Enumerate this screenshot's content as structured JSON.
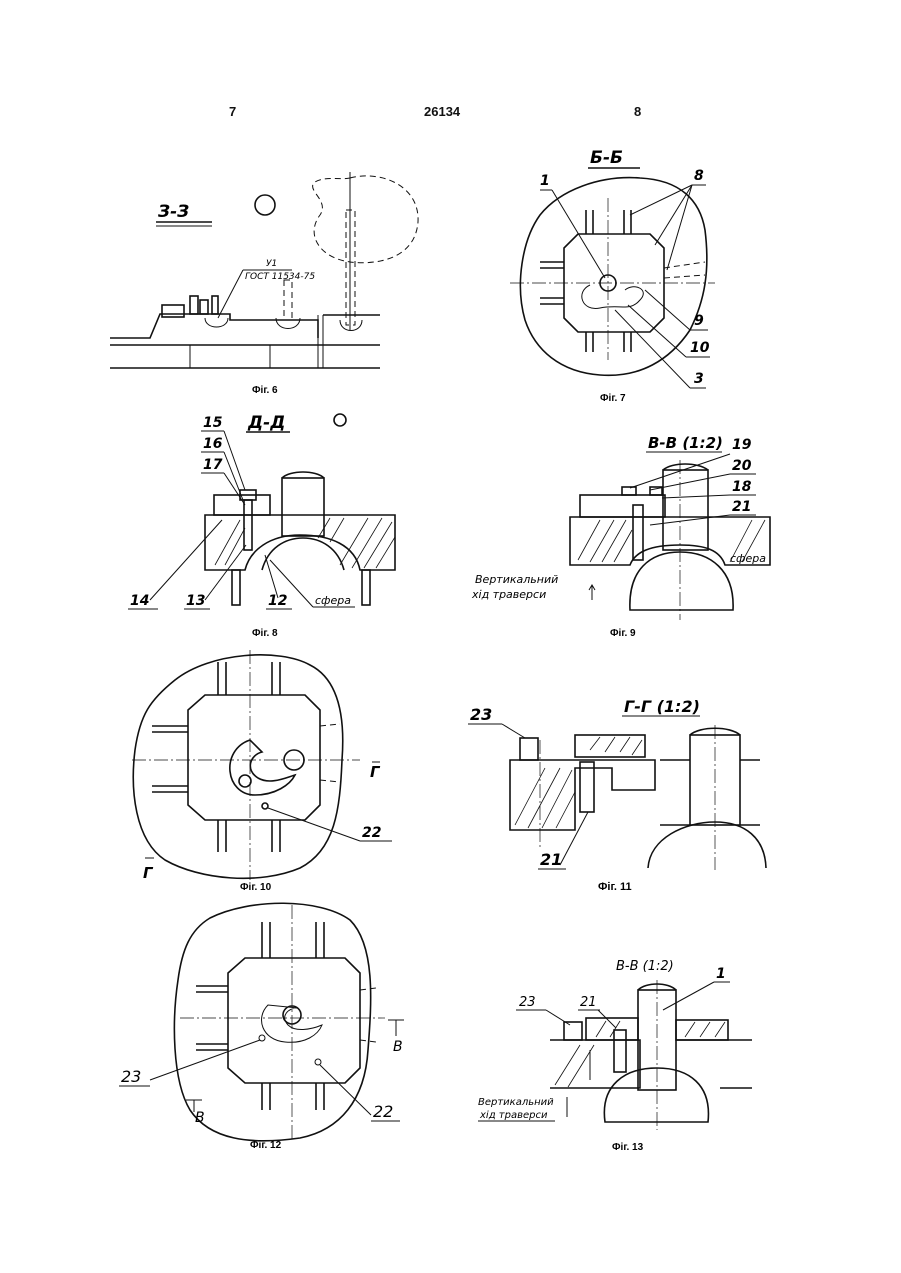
{
  "header": {
    "left_page": "7",
    "patent_number": "26134",
    "right_page": "8"
  },
  "figures": [
    {
      "caption": "Фіг. 6",
      "section": "З-З",
      "labels": [
        "У1",
        "ГОСТ 11534-75"
      ]
    },
    {
      "caption": "Фіг. 7",
      "section": "Б-Б",
      "labels": [
        "1",
        "8",
        "9",
        "10",
        "3"
      ]
    },
    {
      "caption": "Фіг. 8",
      "section": "Д-Д",
      "labels": [
        "15",
        "16",
        "17",
        "14",
        "13",
        "12",
        "сфера"
      ]
    },
    {
      "caption": "Фіг. 9",
      "section": "В-В (1:2)",
      "labels": [
        "19",
        "20",
        "18",
        "21",
        "сфера",
        "Вертикальний",
        "хід траверси"
      ]
    },
    {
      "caption": "Фіг. 10",
      "section": "",
      "labels": [
        "Г",
        "Г",
        "22"
      ]
    },
    {
      "caption": "Фіг. 11",
      "section": "Г-Г (1:2)",
      "labels": [
        "23",
        "21"
      ]
    },
    {
      "caption": "Фіг. 12",
      "section": "",
      "labels": [
        "В",
        "В",
        "23",
        "22"
      ]
    },
    {
      "caption": "Фіг. 13",
      "section": "В-В (1:2)",
      "labels": [
        "23",
        "21",
        "1",
        "Вертикальний",
        "хід траверси"
      ]
    }
  ]
}
